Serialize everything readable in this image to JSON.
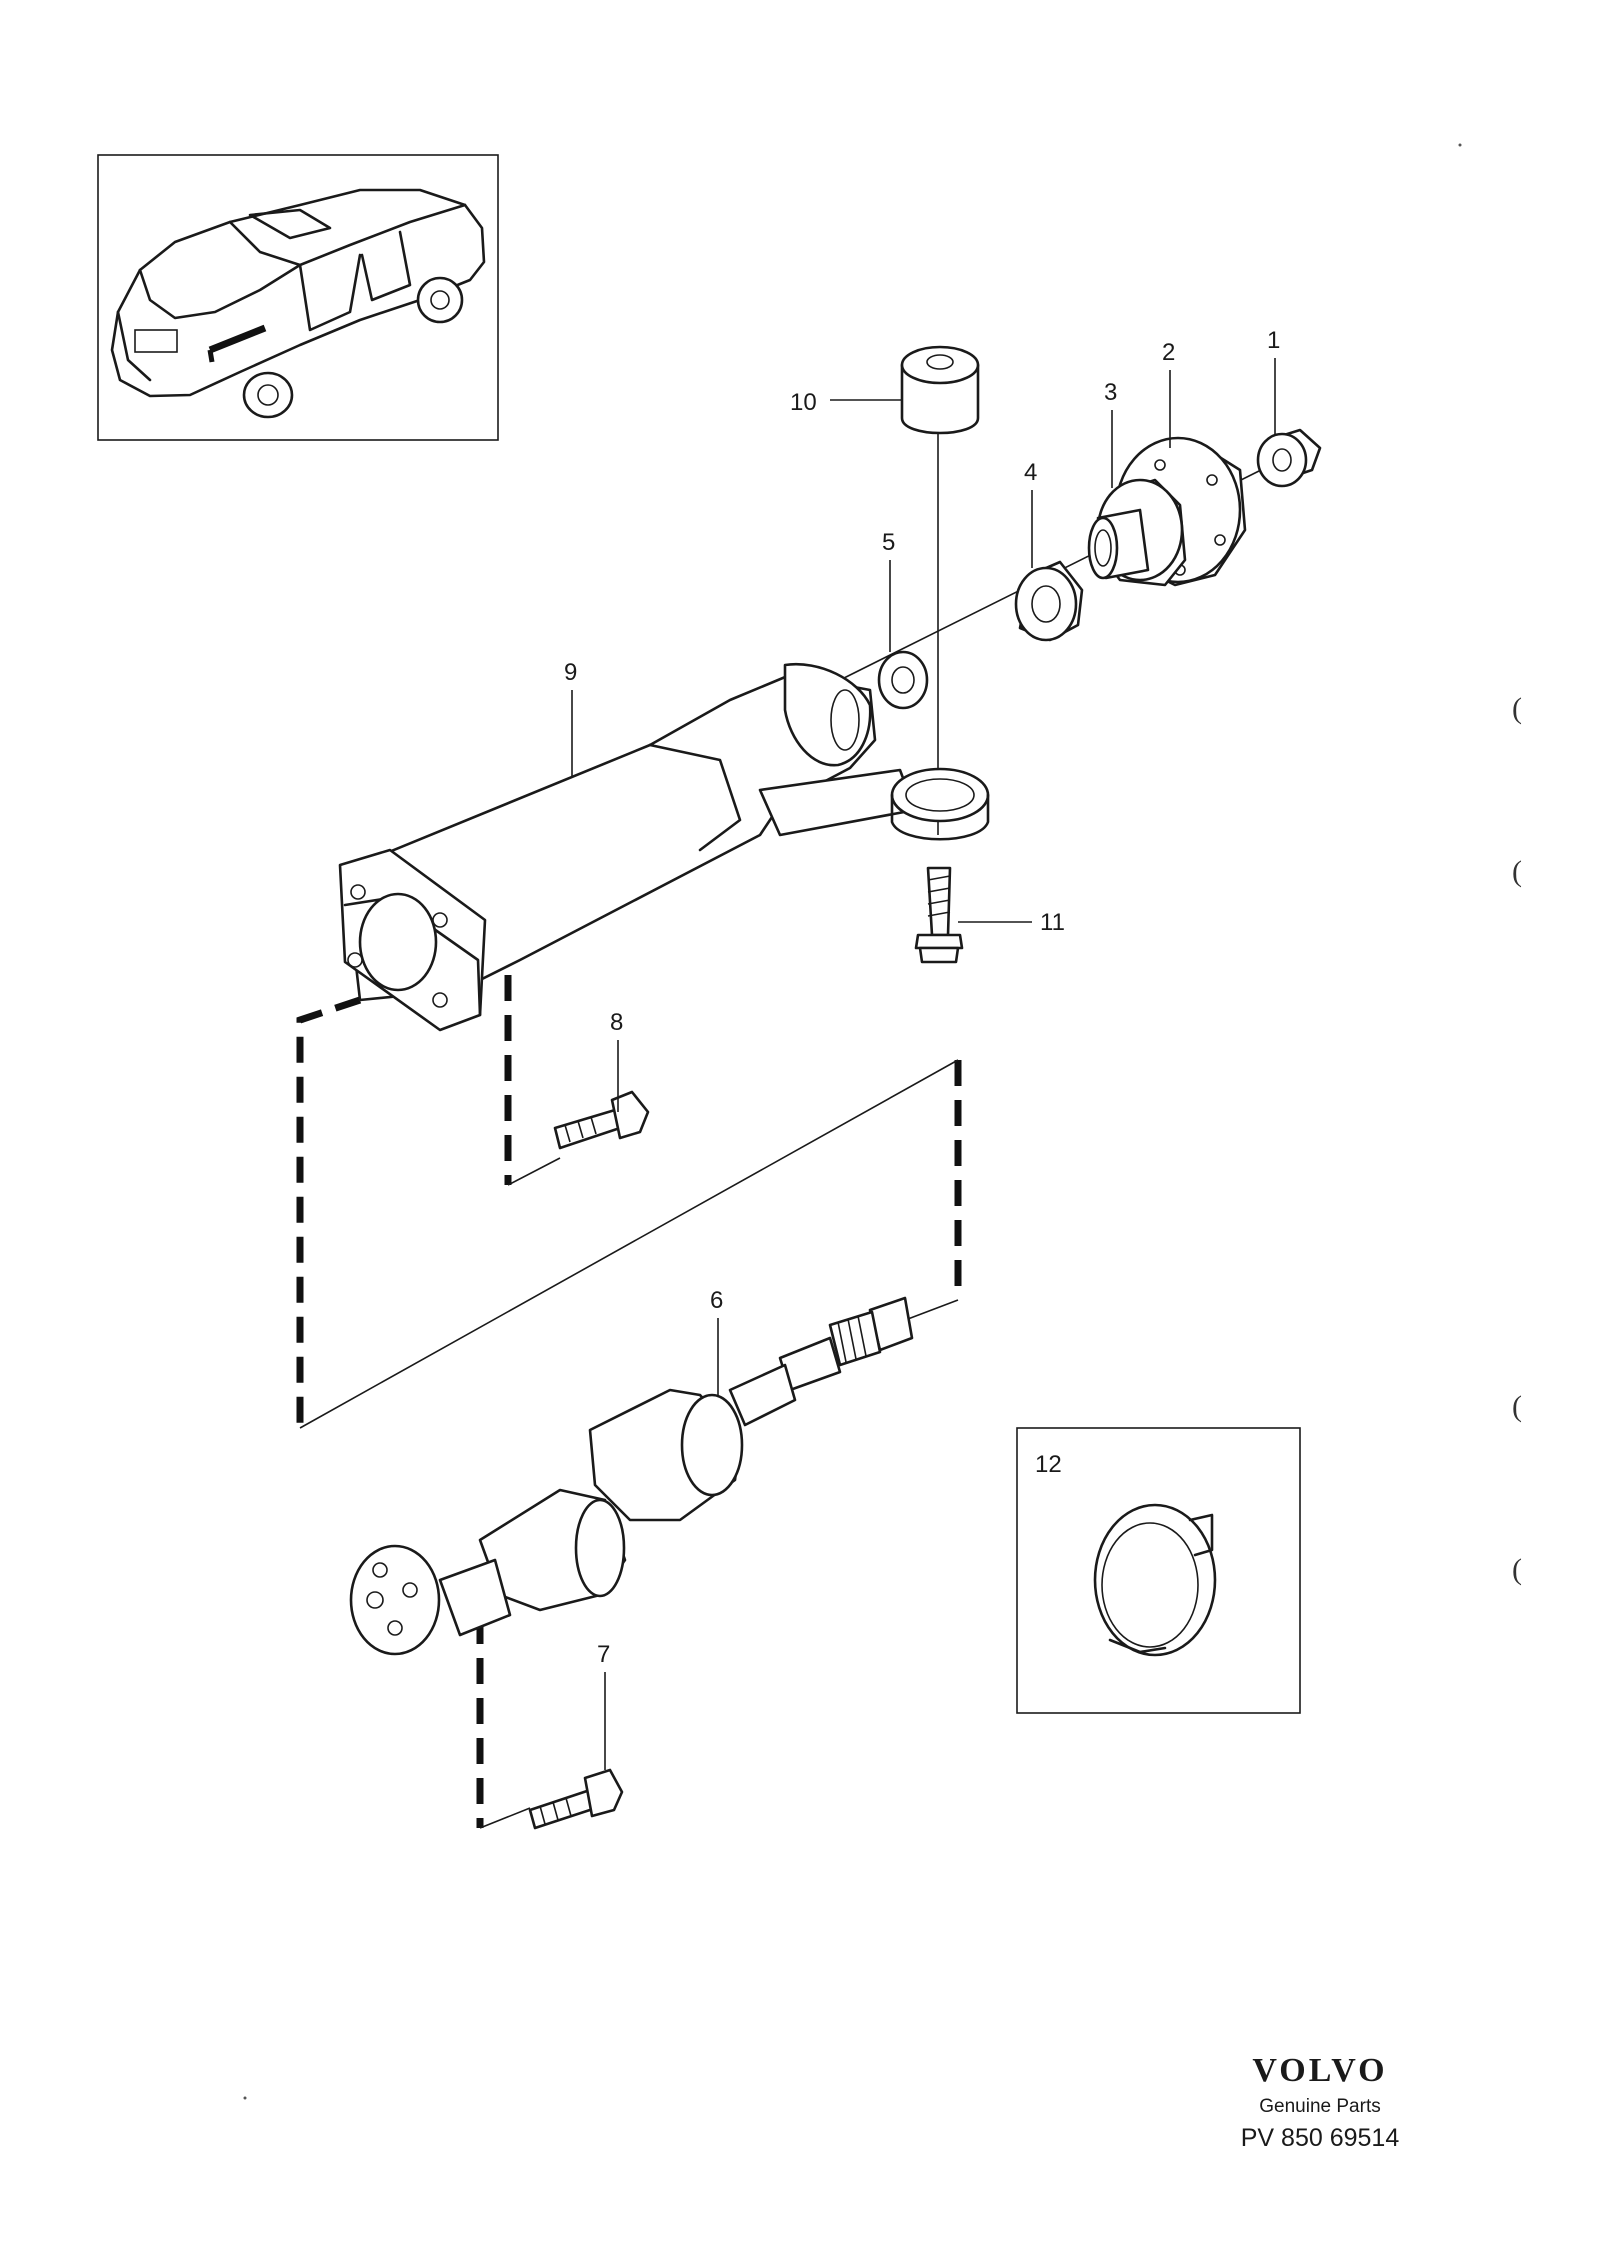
{
  "callouts": [
    "1",
    "2",
    "3",
    "4",
    "5",
    "6",
    "7",
    "8",
    "9",
    "10",
    "11",
    "12"
  ],
  "brand": {
    "logo": "VOLVO",
    "subtitle": "Genuine Parts",
    "code": "PV 850 69514"
  },
  "margin_marks": [
    "(",
    "(",
    "(",
    "("
  ]
}
